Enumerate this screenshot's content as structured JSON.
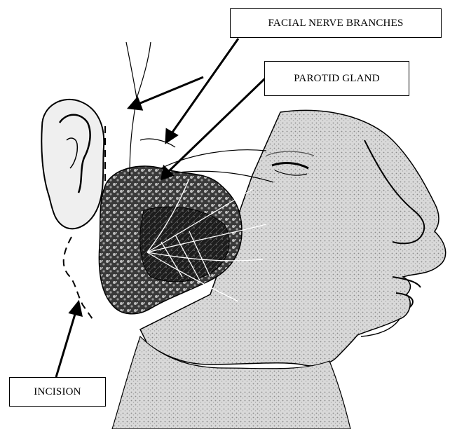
{
  "labels": {
    "facial_nerve": "FACIAL NERVE BRANCHES",
    "parotid_gland": "PAROTID GLAND",
    "incision": "INCISION"
  },
  "colors": {
    "ink": "#000000",
    "background": "#ffffff",
    "gland_fill": "#2b2b2b",
    "skin_shade": "#bdbdbd"
  }
}
